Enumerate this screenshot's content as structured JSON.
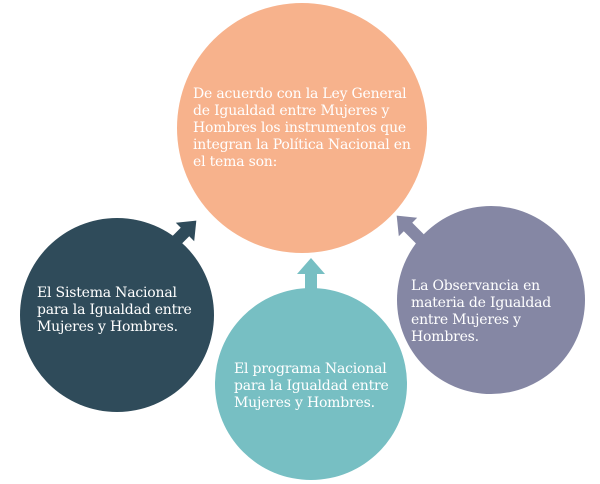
{
  "diagram": {
    "center": {
      "text": "De acuerdo con la Ley General de Igualdad entre Mujeres y Hombres los instrumentos que integran la Política Nacional en el tema son:",
      "color": "#f7b28c"
    },
    "left": {
      "text": "El Sistema Nacional para la Igualdad entre Mujeres y Hombres.",
      "color": "#2f4b5a"
    },
    "bottom": {
      "text": "El programa Nacional para la Igualdad entre Mujeres y Hombres.",
      "color": "#77bfc3"
    },
    "right": {
      "text": "La Observancia en materia de Igualdad entre Mujeres y Hombres.",
      "color": "#8587a4"
    }
  }
}
